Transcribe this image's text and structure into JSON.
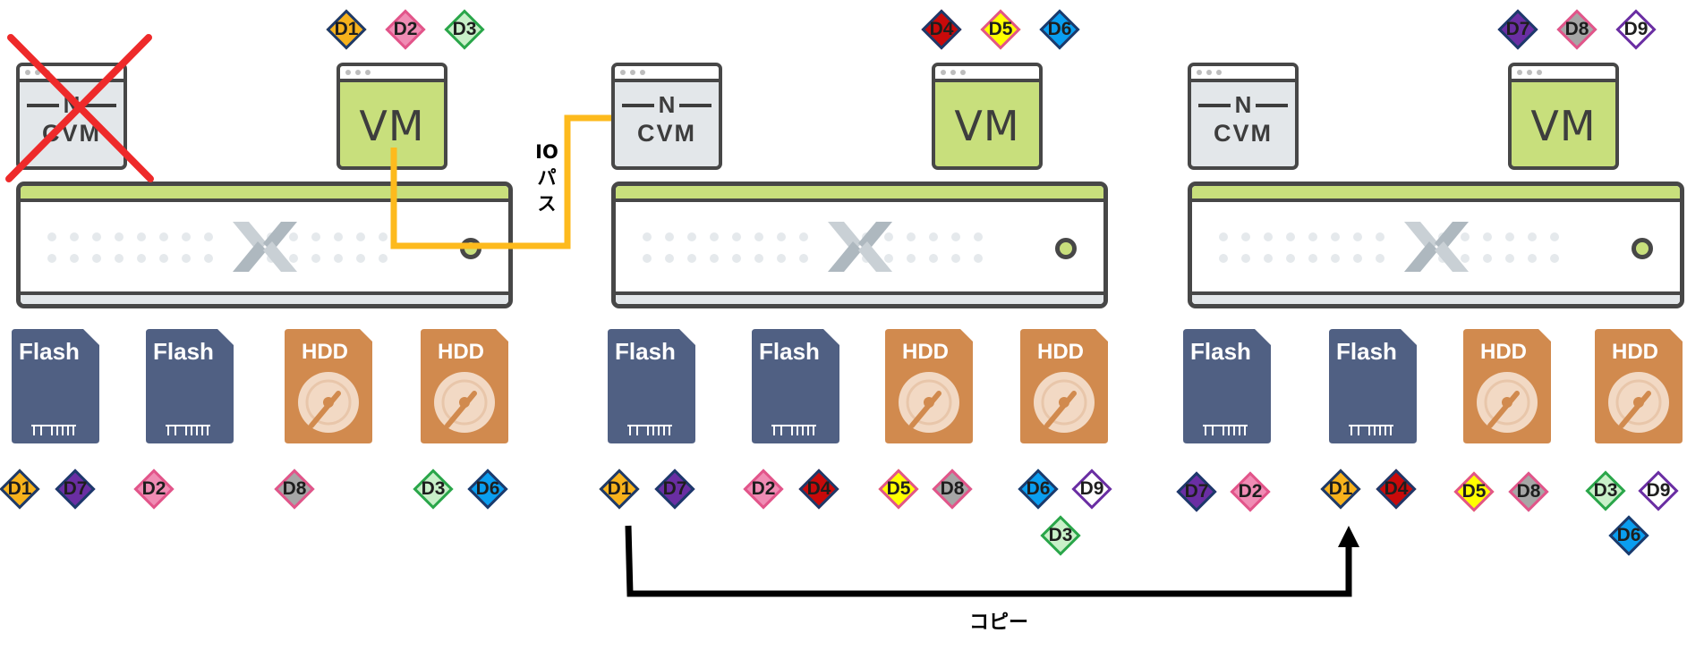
{
  "vm_label": "VM",
  "cvm_label": "CVM",
  "cvm_logo_letter": "N",
  "io_path_label": "IO\nパ\nス",
  "copy_label": "コピー",
  "colors": {
    "server_accent": "#c8df7c",
    "outline": "#474747",
    "flash": "#506083",
    "hdd": "#d18a4e",
    "io_path": "#fdba1d",
    "failure_cross": "#ee2a2a",
    "copy_arrow": "#000000"
  },
  "icons": [
    "cross-icon",
    "nutanix-logo-icon",
    "flash-drive-icon",
    "hdd-icon",
    "power-led-icon",
    "arrow-up-icon"
  ],
  "badge_colors": {
    "D1": "#f7b21c",
    "D2": "#f08cb4",
    "D3": "#c9f0c9",
    "D4": "#c80a0a",
    "D5": "#ffff00",
    "D6": "#0a9ef0",
    "D7": "#6a2ea3",
    "D8": "#a6a6a6",
    "D9": "#ffffff"
  },
  "nodes": [
    {
      "id": "node-1",
      "cvm_failed": true,
      "vm_data": [
        "D1",
        "D2",
        "D3"
      ],
      "disks": [
        {
          "type": "flash",
          "label": "Flash",
          "data": [
            "D1",
            "D7"
          ]
        },
        {
          "type": "flash",
          "label": "Flash",
          "data": [
            "D2"
          ]
        },
        {
          "type": "hdd",
          "label": "HDD",
          "data": [
            "D8"
          ]
        },
        {
          "type": "hdd",
          "label": "HDD",
          "data": [
            "D3",
            "D6"
          ]
        }
      ]
    },
    {
      "id": "node-2",
      "cvm_failed": false,
      "vm_data": [
        "D4",
        "D5",
        "D6"
      ],
      "disks": [
        {
          "type": "flash",
          "label": "Flash",
          "data": [
            "D1",
            "D7"
          ]
        },
        {
          "type": "flash",
          "label": "Flash",
          "data": [
            "D2",
            "D4"
          ]
        },
        {
          "type": "hdd",
          "label": "HDD",
          "data": [
            "D5",
            "D8"
          ]
        },
        {
          "type": "hdd",
          "label": "HDD",
          "data": [
            "D6",
            "D9",
            "D3"
          ]
        }
      ]
    },
    {
      "id": "node-3",
      "cvm_failed": false,
      "vm_data": [
        "D7",
        "D8",
        "D9"
      ],
      "disks": [
        {
          "type": "flash",
          "label": "Flash",
          "data": [
            "D7",
            "D2"
          ]
        },
        {
          "type": "flash",
          "label": "Flash",
          "data": [
            "D1",
            "D4"
          ]
        },
        {
          "type": "hdd",
          "label": "HDD",
          "data": [
            "D5",
            "D8"
          ]
        },
        {
          "type": "hdd",
          "label": "HDD",
          "data": [
            "D3",
            "D9",
            "D6"
          ]
        }
      ]
    }
  ],
  "edges": [
    {
      "id": "io-path",
      "from": "node-1 VM",
      "to": "node-2 CVM",
      "label_key": "io_path_label"
    },
    {
      "id": "copy",
      "from": "node-2 disk-1 D1",
      "to": "node-3 disk-2 D1",
      "label_key": "copy_label"
    }
  ]
}
